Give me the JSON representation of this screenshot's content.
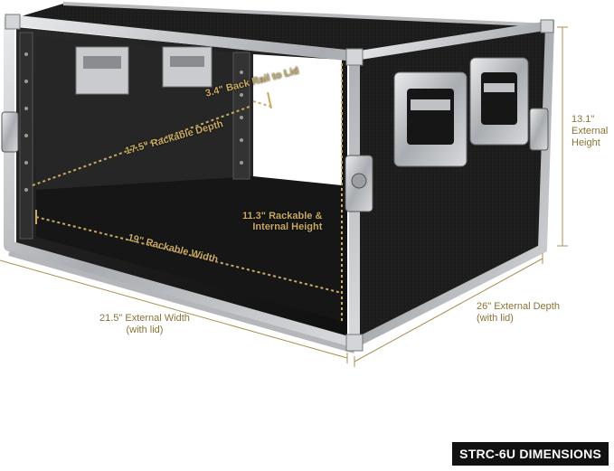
{
  "product": {
    "badge": "STRC-6U DIMENSIONS"
  },
  "dimensions": {
    "external_height_line1": "13.1\"",
    "external_height_line2": "External",
    "external_height_line3": "Height",
    "external_width_line1": "21.5\" External Width",
    "external_width_line2": "(with lid)",
    "external_depth_line1": "26\" External Depth",
    "external_depth_line2": "(with lid)",
    "back_rail": "3.4\" Back Rail to Lid",
    "rackable_depth": "17.5\" Rackable Depth",
    "rackable_height_line1": "11.3\" Rackable &",
    "rackable_height_line2": "Internal Height",
    "rackable_width": "19\" Rackable Width"
  },
  "colors": {
    "dimension_line": "#a89050",
    "gold_text": "#c8aa62",
    "case_body": "#1c1c1c",
    "aluminum": "#c9cbce"
  }
}
